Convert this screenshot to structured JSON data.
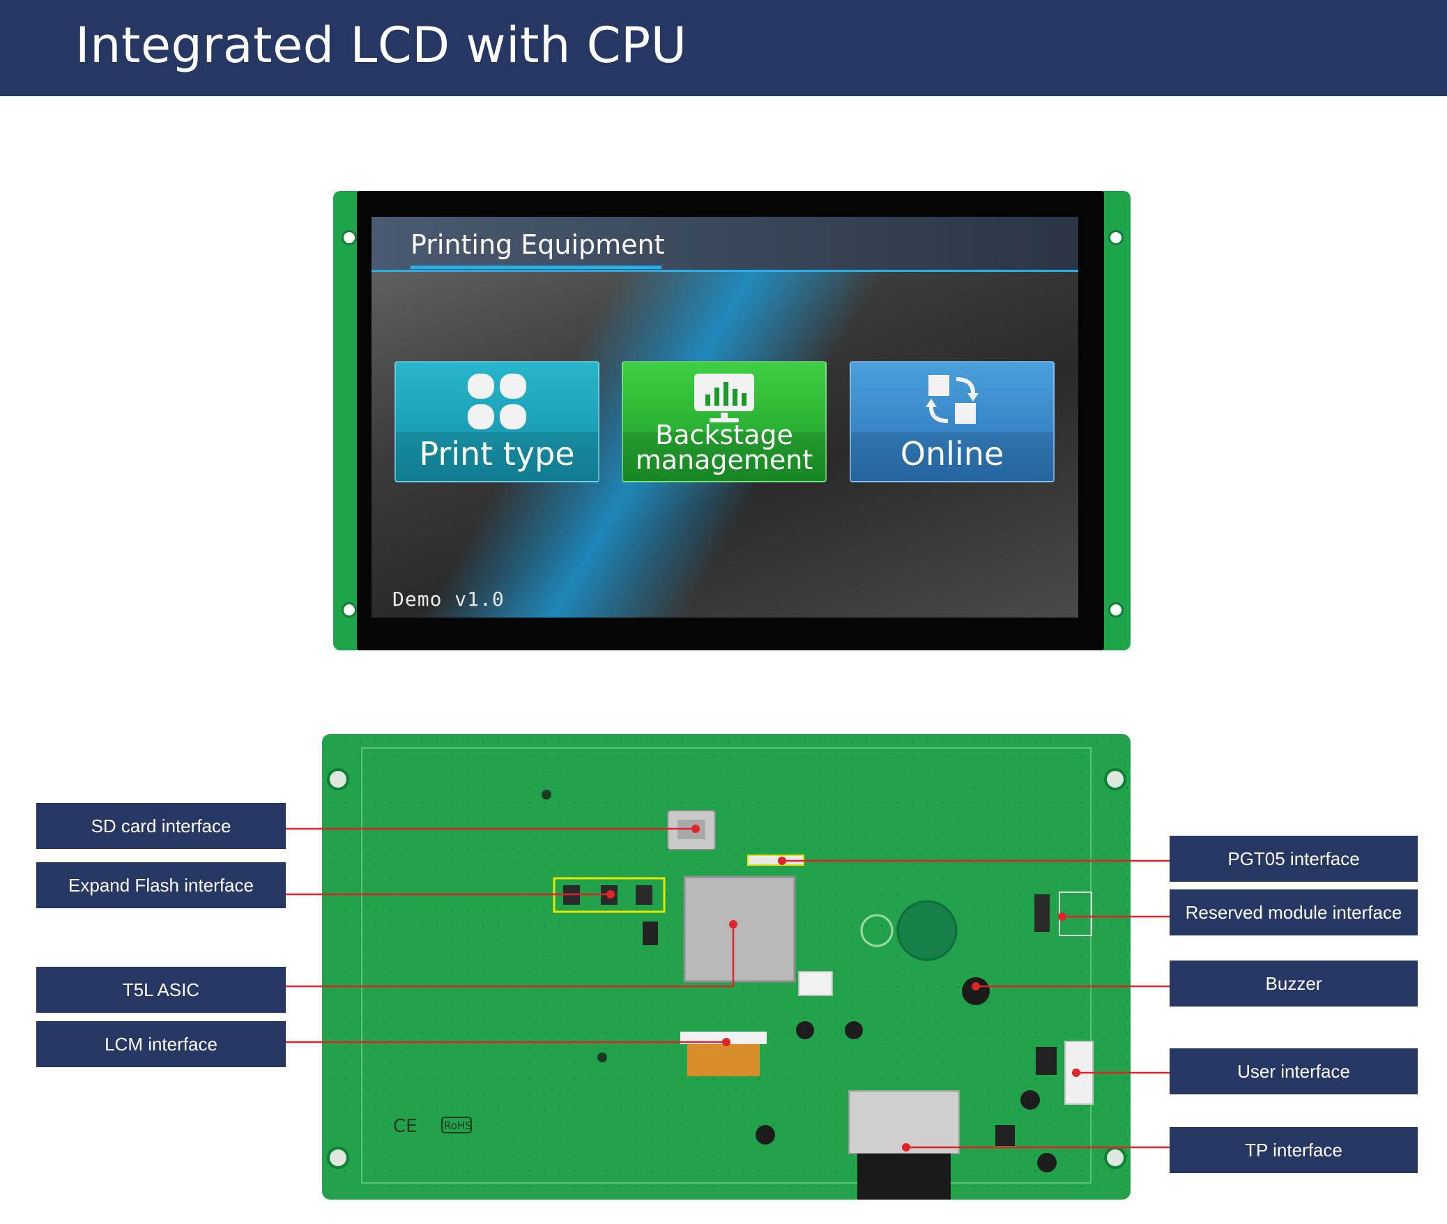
{
  "header": {
    "title": "Integrated LCD with CPU"
  },
  "screen": {
    "title": "Printing Equipment",
    "buttons": [
      {
        "label": "Print type",
        "icon": "grid-petal-icon"
      },
      {
        "label_line1": "Backstage",
        "label_line2": "management",
        "icon": "monitor-chart-icon"
      },
      {
        "label": "Online",
        "icon": "sync-squares-icon"
      }
    ],
    "version": "Demo v1.0"
  },
  "callouts_left": [
    "SD card interface",
    "Expand Flash interface",
    "T5L ASIC",
    "LCM interface"
  ],
  "callouts_right": [
    "PGT05 interface",
    "Reserved module interface",
    "Buzzer",
    "User interface",
    "TP interface"
  ],
  "board_marks": {
    "ce": "CE",
    "rohs": "RoHS"
  },
  "colors": {
    "header_bg": "#253762",
    "callout_bg": "#253762",
    "pcb_green": "#22a24a",
    "lead_line": "#e0242a"
  }
}
